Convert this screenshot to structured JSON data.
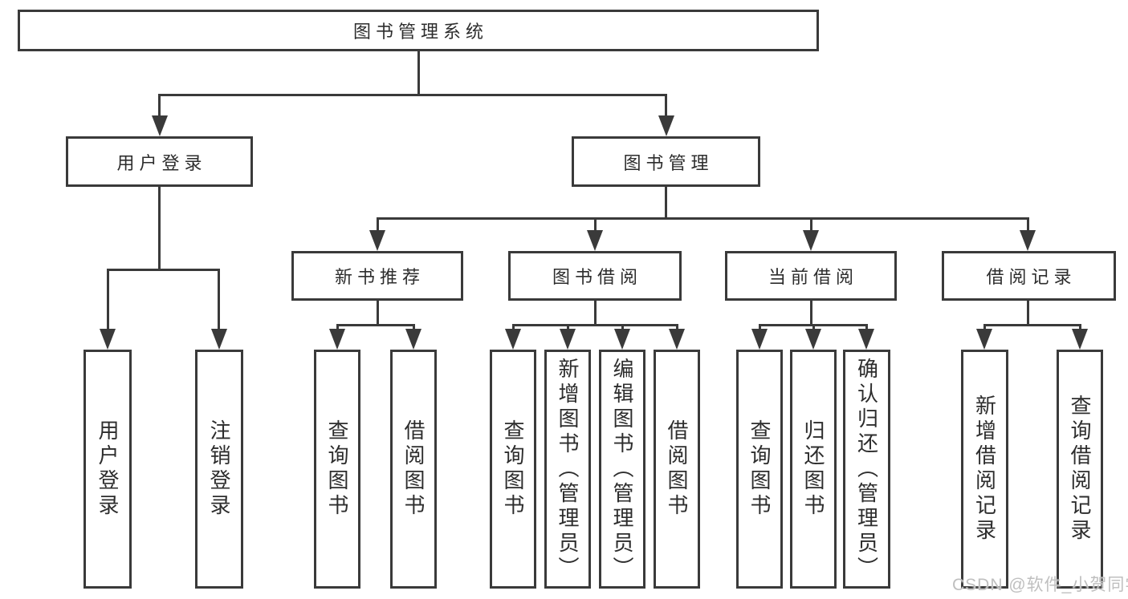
{
  "tree": {
    "root": {
      "label": "图书管理系统"
    },
    "branches": [
      {
        "label": "用户登录",
        "children": [
          {
            "label": "用户登录"
          },
          {
            "label": "注销登录"
          }
        ]
      },
      {
        "label": "图书管理",
        "children": [
          {
            "label": "新书推荐",
            "children": [
              {
                "label": "查询图书"
              },
              {
                "label": "借阅图书"
              }
            ]
          },
          {
            "label": "图书借阅",
            "children": [
              {
                "label": "查询图书"
              },
              {
                "label": "新增图书（管理员）"
              },
              {
                "label": "编辑图书（管理员）"
              },
              {
                "label": "借阅图书"
              }
            ]
          },
          {
            "label": "当前借阅",
            "children": [
              {
                "label": "查询图书"
              },
              {
                "label": "归还图书"
              },
              {
                "label": "确认归还（管理员）"
              }
            ]
          },
          {
            "label": "借阅记录",
            "children": [
              {
                "label": "新增借阅记录"
              },
              {
                "label": "查询借阅记录"
              }
            ]
          }
        ]
      }
    ]
  },
  "watermark": {
    "text": "CSDN @软件_小贺同学"
  },
  "colors": {
    "line": "#3a3a3a",
    "text": "#2d2d2d",
    "watermark": "#bfbfbf",
    "background": "#ffffff"
  }
}
